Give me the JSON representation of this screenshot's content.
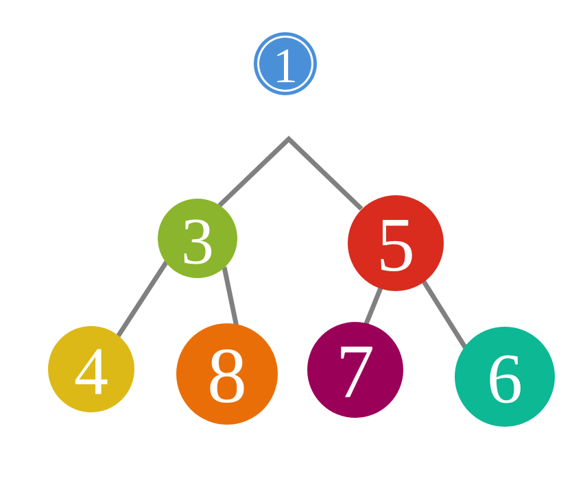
{
  "nodes": [
    {
      "id": "n1",
      "label": "1",
      "color": "#4a90d9"
    },
    {
      "id": "n3",
      "label": "3",
      "color": "#8ab52c"
    },
    {
      "id": "n5",
      "label": "5",
      "color": "#d92b1e"
    },
    {
      "id": "n4",
      "label": "4",
      "color": "#dcb917"
    },
    {
      "id": "n8",
      "label": "8",
      "color": "#e96e07"
    },
    {
      "id": "n7",
      "label": "7",
      "color": "#9b0059"
    },
    {
      "id": "n6",
      "label": "6",
      "color": "#0db894"
    }
  ],
  "edges": [
    {
      "from": "n3",
      "to": "n5"
    },
    {
      "from": "n3",
      "to": "n4"
    },
    {
      "from": "n3",
      "to": "n8"
    },
    {
      "from": "n5",
      "to": "n7"
    },
    {
      "from": "n5",
      "to": "n6"
    }
  ],
  "edge_color": "#808080"
}
